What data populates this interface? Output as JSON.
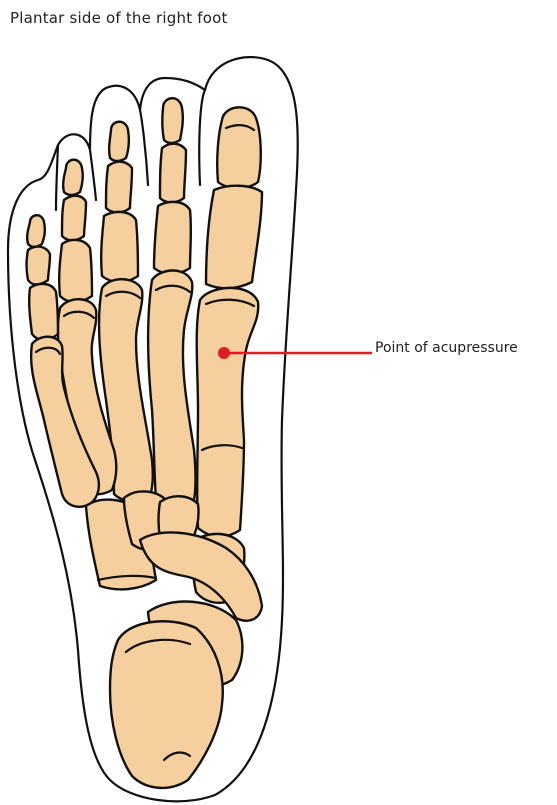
{
  "title": "Plantar side of the right foot",
  "callout": {
    "label": "Point of acupressure"
  },
  "colors": {
    "bone": "#f5cf9e",
    "outline": "#111111",
    "marker": "#e01b24"
  },
  "icons": {
    "marker": "red-dot",
    "foot": "foot-skeleton-illustration"
  }
}
